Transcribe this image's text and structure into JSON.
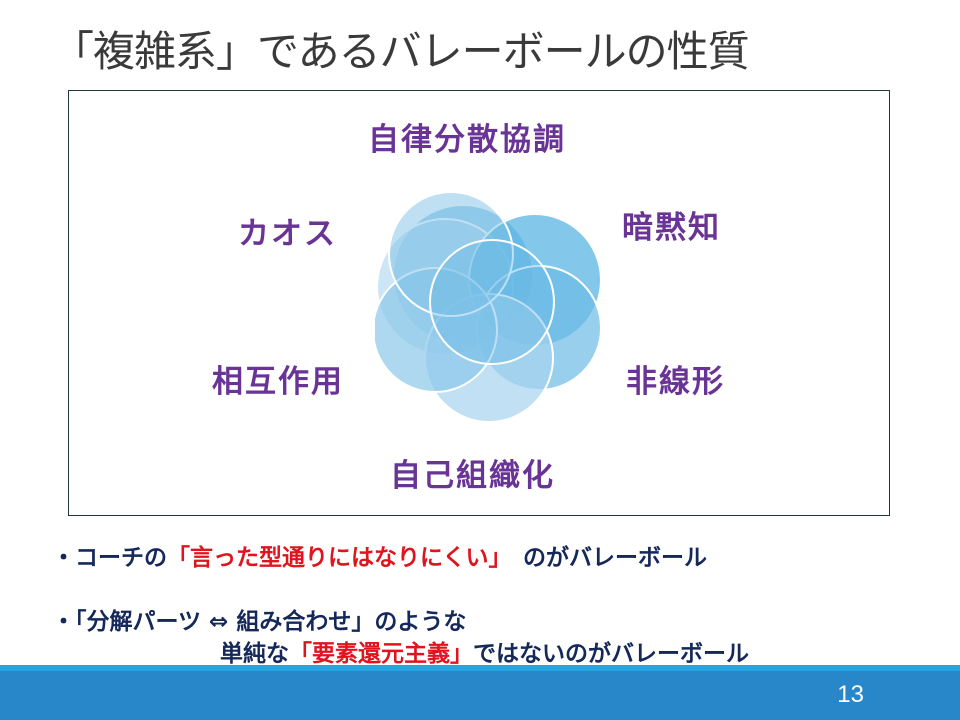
{
  "slide": {
    "title": "「複雑系」であるバレーボールの性質",
    "diagram": {
      "labels": {
        "top": "自律分散協調",
        "upper_left": "カオス",
        "upper_right": "暗黙知",
        "lower_left": "相互作用",
        "lower_right": "非線形",
        "bottom": "自己組織化"
      },
      "circle_colors": [
        "#7fc1e6",
        "#4fb0e2",
        "#6cbbe6",
        "#8cc8ea",
        "#a6d3ee",
        "#b6dbf1"
      ],
      "label_color": "#6a3496"
    },
    "bullets": [
      {
        "marker": "・",
        "prefix": "コーチの",
        "emphasis": "「言った型通りにはなりにくい」",
        "suffix": "　のがバレーボール"
      },
      {
        "marker": "・",
        "line1": "「分解パーツ ⇔ 組み合わせ」のような",
        "line2_prefix": "単純な",
        "line2_emphasis": "「要素還元主義」",
        "line2_suffix": "ではないのがバレーボール"
      }
    ],
    "page_number": "13",
    "colors": {
      "accent": "#2887c8",
      "emphasis": "#e0141e",
      "body_text": "#14285a"
    }
  }
}
